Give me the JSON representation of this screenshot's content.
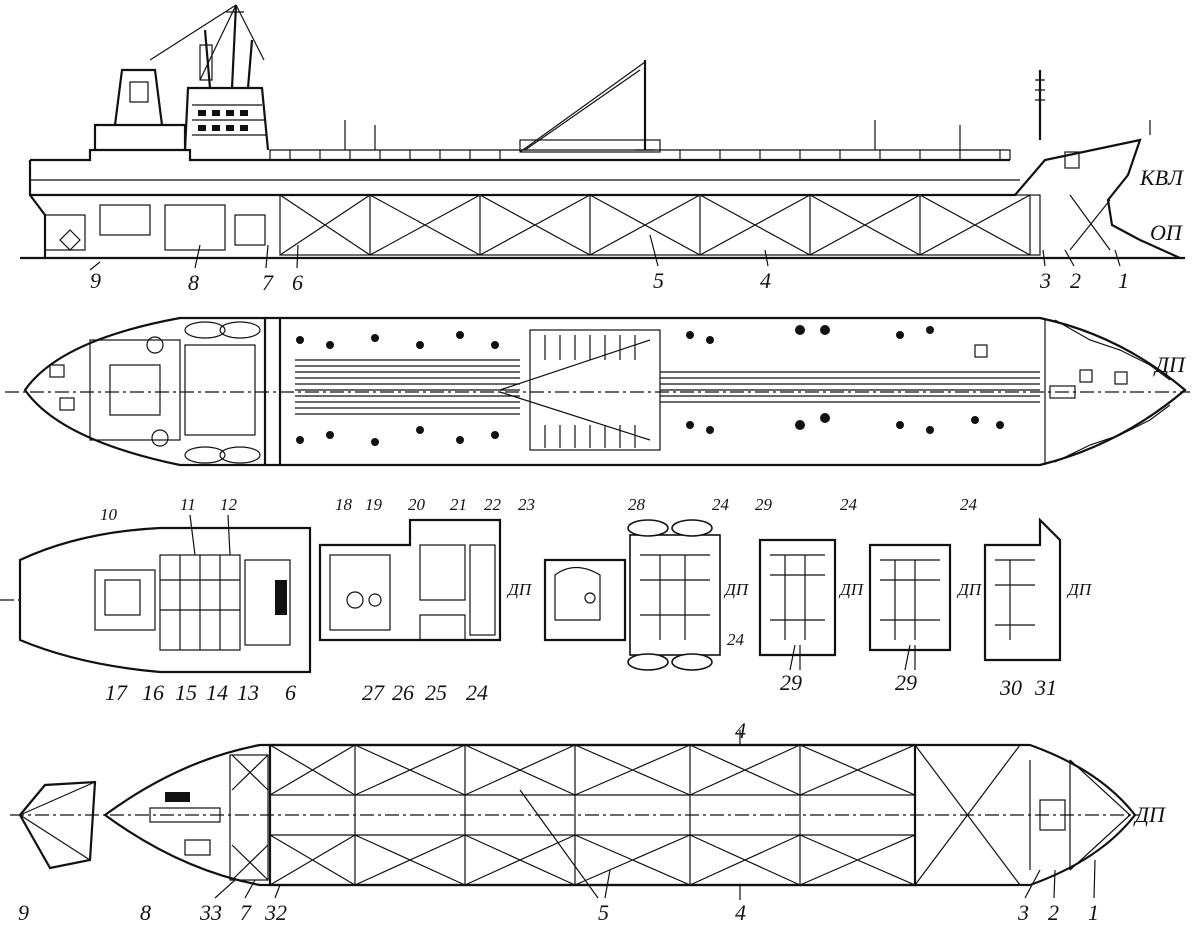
{
  "labels": {
    "l1": "1",
    "l2": "2",
    "l3": "3",
    "l4": "4",
    "l5": "5",
    "l6": "6",
    "l7": "7",
    "l8": "8",
    "l9": "9",
    "l10": "10",
    "l11": "11",
    "l12": "12",
    "l13": "13",
    "l14": "14",
    "l15": "15",
    "l16": "16",
    "l17": "17",
    "l18": "18",
    "l19": "19",
    "l20": "20",
    "l21": "21",
    "l22": "22",
    "l23": "23",
    "l24": "24",
    "l25": "25",
    "l26": "26",
    "l27": "27",
    "l28": "28",
    "l29": "29",
    "l30": "30",
    "l31": "31",
    "l32": "32",
    "l33": "33",
    "kvl": "КВЛ",
    "op": "ОП",
    "dp": "ДП"
  }
}
